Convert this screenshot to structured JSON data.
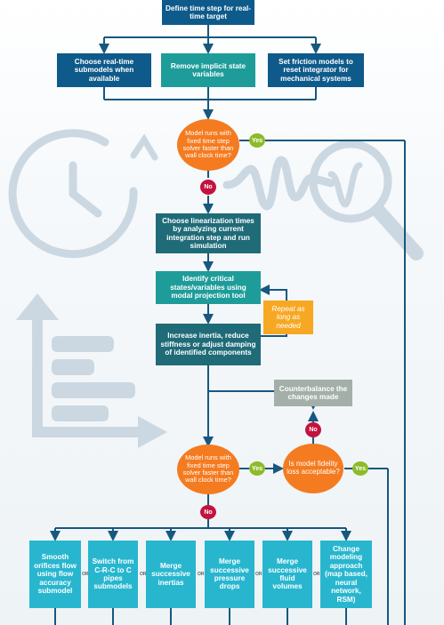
{
  "start": "Define time step for real-time target",
  "top_options": [
    "Choose real-time submodels when available",
    "Remove implicit state variables",
    "Set friction models to reset integrator for mechanical systems"
  ],
  "decision_1": "Model runs with fixed time step solver faster than wall clock time?",
  "yes_label": "Yes",
  "no_label": "No",
  "linearization": "Choose linearization times by analyzing current integration step and run simulation",
  "identify": "Identify critical states/variables using modal projection tool",
  "repeat_note": "Repeat as long as needed",
  "increase": "Increase inertia, reduce stiffness or adjust damping of identified components",
  "counterbalance": "Counterbalance the changes made",
  "decision_2": "Model runs with fixed time step solver faster than wall clock time?",
  "fidelity": "Is model fidelity loss acceptable?",
  "or_label": "OR",
  "bottom_options": [
    "Smooth orifices flow using flow accuracy submodel",
    "Switch from C-R-C to C pipes submodels",
    "Merge successive inertias",
    "Merge successive pressure drops",
    "Merge successive fluid volumes",
    "Change modeling approach (map based, neural network, RSM)"
  ],
  "background_icons": [
    "stopwatch-icon",
    "signal-magnifier-icon",
    "bar-chart-icon"
  ],
  "colors": {
    "navy": "#0e5a8a",
    "teal": "#1e9c9a",
    "dark_teal": "#1f6b78",
    "cyan": "#28b6cf",
    "decision_orange": "#f47b20",
    "note_orange": "#f7a823",
    "no_red": "#c4123f",
    "yes_green": "#8dbb2a",
    "gray": "#a3afa8",
    "connector": "#17587e"
  }
}
